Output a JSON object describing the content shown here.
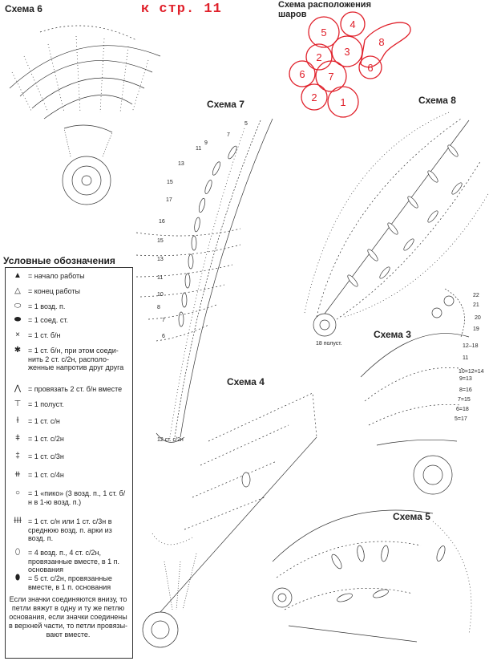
{
  "page_link": "к стр. 11",
  "layout": {
    "title_line1": "Схема расположения",
    "title_line2": "шаров",
    "balls": [
      "5",
      "4",
      "8",
      "2",
      "3",
      "6",
      "7",
      "6",
      "2",
      "1"
    ]
  },
  "schemes": {
    "s6": "Схема 6",
    "s7": "Схема 7",
    "s8": "Схема 8",
    "s3": "Схема 3",
    "s4": "Схема 4",
    "s5": "Схема 5"
  },
  "legend": {
    "title": "Условные обозначения",
    "items": [
      {
        "sym": "▲",
        "text": "= начало работы"
      },
      {
        "sym": "△",
        "text": "= конец работы"
      },
      {
        "sym": "⬭",
        "text": "= 1 возд. п."
      },
      {
        "sym": "⬬",
        "text": "= 1 соед. ст."
      },
      {
        "sym": "×",
        "text": "= 1 ст. б/н"
      },
      {
        "sym": "✱",
        "text": "= 1 ст. б/н, при этом соеди-нить 2 ст. с/2н, располо-женные напротив друг друга"
      },
      {
        "sym": "⋀",
        "text": "= провязать 2 ст. б/н вместе"
      },
      {
        "sym": "⊤",
        "text": "= 1 полуст."
      },
      {
        "sym": "ɫ",
        "text": "= 1 ст. с/н"
      },
      {
        "sym": "ǂ",
        "text": "= 1 ст. с/2н"
      },
      {
        "sym": "‡",
        "text": "= 1 ст. с/3н"
      },
      {
        "sym": "⧺",
        "text": "= 1 ст. с/4н"
      },
      {
        "sym": "○",
        "text": "= 1 «пико» (3 возд. п., 1 ст. б/н в 1-ю возд. п.)"
      },
      {
        "sym": "ɫɫɫ",
        "text": "= 1 ст. с/н или 1 ст. с/3н в среднюю возд. п. арки из возд. п."
      },
      {
        "sym": "⬯",
        "text": "= 4 возд. п., 4 ст. с/2н, провязанные вместе, в 1 п. основания"
      },
      {
        "sym": "⬮",
        "text": "= 5 ст. с/2н, провязанные вместе, в 1 п. основания"
      }
    ],
    "note": "Если значки соединяются внизу, то петли вяжут в одну и ту же петлю основания, если значки соединены в верхней части, то петли провязы-вают вместе."
  },
  "s7_counts": [
    "5",
    "7",
    "9",
    "11",
    "13",
    "15",
    "17",
    "16",
    "15",
    "13",
    "11",
    "10",
    "8",
    "7",
    "6"
  ],
  "s7_base": "12 ст. с/2н",
  "s8_base": "18 полуст.",
  "s8_rows": [
    "22",
    "21",
    "20",
    "19"
  ],
  "s3_rows": [
    "12–18",
    "11",
    "10=12=14",
    "9=13",
    "8=16",
    "7=15",
    "6=18",
    "5=17"
  ]
}
